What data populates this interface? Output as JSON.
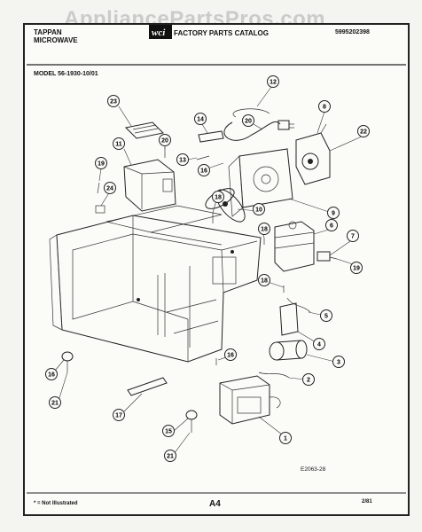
{
  "watermark": "AppliancePartsPros.com",
  "header": {
    "brand_line1": "TAPPAN",
    "brand_line2": "MICROWAVE",
    "logo_text": "wci",
    "catalog_title": "FACTORY PARTS CATALOG",
    "part_number": "5995202398"
  },
  "model_label": "MODEL 56-1930-10/01",
  "figure_code": "E2063-28",
  "footer": {
    "note": "* = Not Illustrated",
    "page_code": "A4",
    "date": "2/81"
  },
  "callouts": [
    "23",
    "20",
    "11",
    "19",
    "24",
    "14",
    "20",
    "13",
    "16",
    "12",
    "8",
    "22",
    "18",
    "10",
    "9",
    "18",
    "6",
    "7",
    "19",
    "18",
    "5",
    "4",
    "3",
    "2",
    "16",
    "16",
    "21",
    "17",
    "15",
    "21",
    "1"
  ]
}
